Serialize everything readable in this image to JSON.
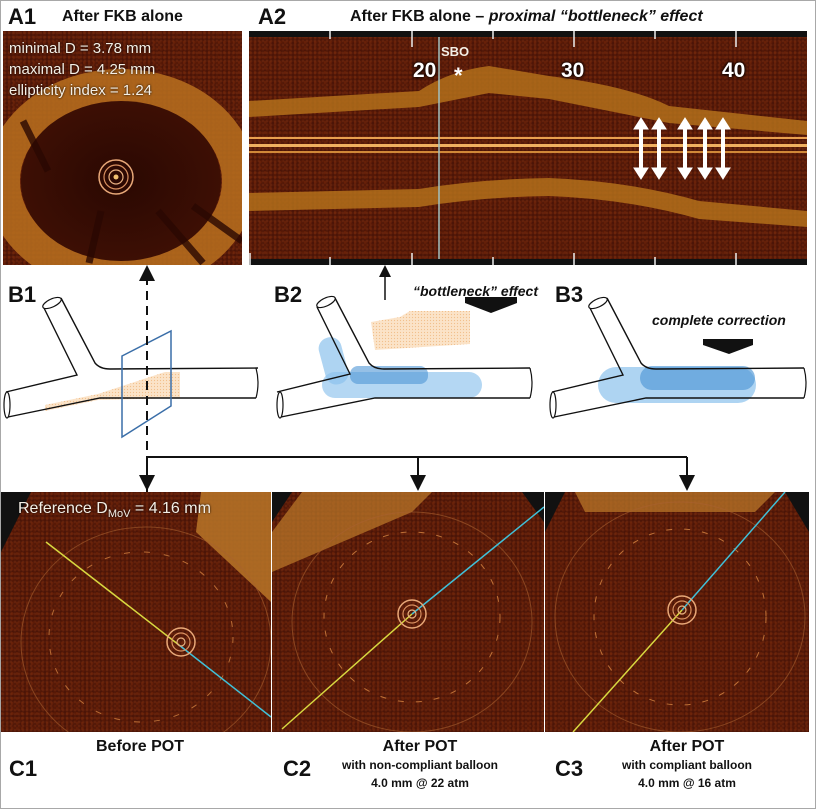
{
  "figure": {
    "panels": {
      "A1": {
        "label": "A1",
        "title": "After FKB alone",
        "measurements": [
          "minimal D = 3.78 mm",
          "maximal D = 4.25 mm",
          "ellipticity index = 1.24"
        ]
      },
      "A2": {
        "label": "A2",
        "title_plain": "After FKB alone – ",
        "title_italic": "proximal “bottleneck” effect",
        "scale_ticks": [
          "20",
          "30",
          "40"
        ],
        "sbo_label": "SBO",
        "sbo_marker": "*"
      },
      "B1": {
        "label": "B1"
      },
      "B2": {
        "label": "B2",
        "annotation": "“bottleneck” effect"
      },
      "B3": {
        "label": "B3",
        "annotation": "complete correction"
      },
      "C1": {
        "label": "C1",
        "caption_main": "Before POT",
        "reference_prefix": "Reference D",
        "reference_sub": "MoV",
        "reference_value": " = 4.16 mm"
      },
      "C2": {
        "label": "C2",
        "caption_main": "After POT",
        "caption_line2": "with non-compliant balloon",
        "caption_line3": "4.0 mm @ 22 atm"
      },
      "C3": {
        "label": "C3",
        "caption_main": "After POT",
        "caption_line2": "with compliant balloon",
        "caption_line3": "4.0 mm @ 16 atm"
      }
    },
    "colors": {
      "oct_tissue": "#4a1407",
      "stent_strut": "#e0a040",
      "balloon_blue": "#5aa0dc",
      "stent_orange": "#f5c89a",
      "cut_plane": "#3a6ea8",
      "measure_yellow": "#d8d840",
      "measure_cyan": "#40c0d8"
    }
  }
}
